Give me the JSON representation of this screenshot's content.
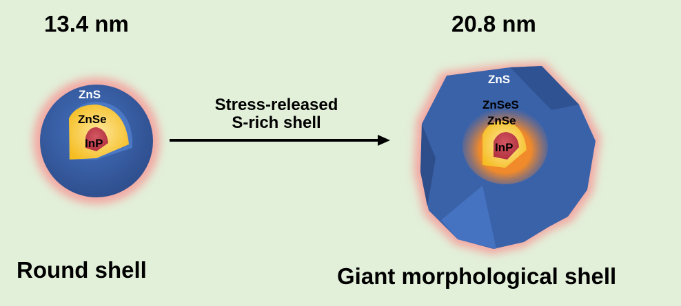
{
  "left": {
    "size_label": "13.4 nm",
    "caption": "Round shell",
    "layers": {
      "outer": "ZnS",
      "middle": "ZnSe",
      "core": "InP"
    }
  },
  "right": {
    "size_label": "20.8 nm",
    "caption": "Giant morphological shell",
    "layers": {
      "outer": "ZnS",
      "gradient": "ZnSeS",
      "middle": "ZnSe",
      "core": "InP"
    }
  },
  "arrow": {
    "line1": "Stress-released",
    "line2": "S-rich shell"
  },
  "colors": {
    "background": "#e2efd9",
    "zns_blue": "#3a62a8",
    "znse_yellow": "#f7c531",
    "znses_orange": "#ee8a2c",
    "inp_red": "#c0424f",
    "glow_pink": "#f4b5b0"
  }
}
